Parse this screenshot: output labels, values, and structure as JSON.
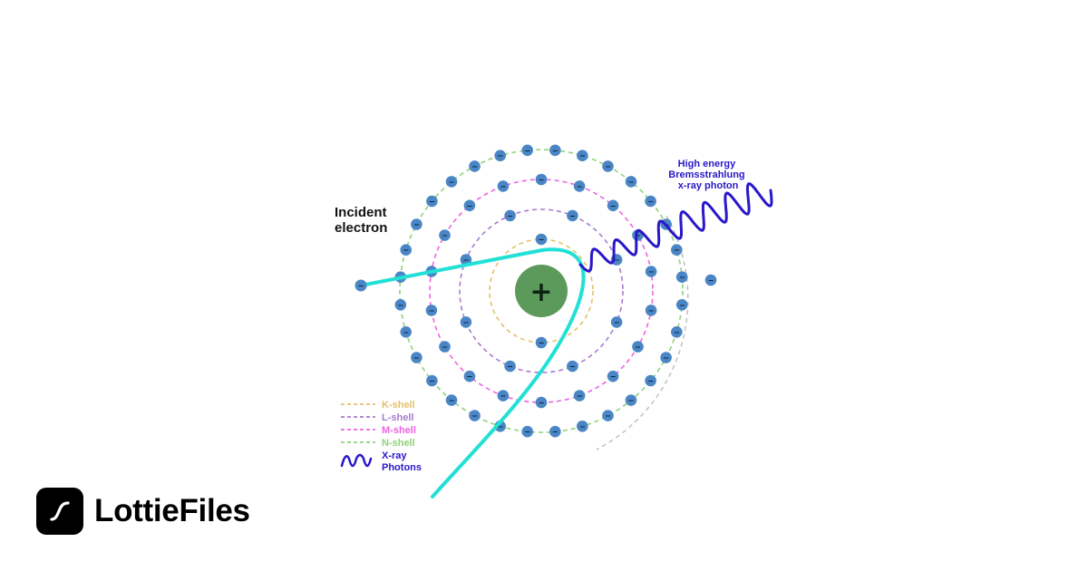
{
  "diagram": {
    "incident_label": [
      "Incident",
      "electron"
    ],
    "photon_label": [
      "High energy",
      "Bremsstrahlung",
      "x-ray photon"
    ],
    "nucleus_symbol": "+",
    "electron_symbol": "−",
    "shells": [
      {
        "name": "K-shell",
        "color": "#e3c16f",
        "electrons": 2
      },
      {
        "name": "L-shell",
        "color": "#a87bd0",
        "electrons": 8
      },
      {
        "name": "M-shell",
        "color": "#ee63e3",
        "electrons": 18
      },
      {
        "name": "N-shell",
        "color": "#8fd27b",
        "electrons": 32
      }
    ],
    "colors": {
      "nucleus": "#5c9a5c",
      "electron": "#4a86c5",
      "electron_path": "#22e0d6",
      "photon": "#2a17c9",
      "escaped_orbit": "#c4c4c4"
    },
    "legend": {
      "items": [
        {
          "label": "K-shell",
          "color": "#e3c16f"
        },
        {
          "label": "L-shell",
          "color": "#a87bd0"
        },
        {
          "label": "M-shell",
          "color": "#ee63e3"
        },
        {
          "label": "N-shell",
          "color": "#8fd27b"
        }
      ],
      "photon_label": [
        "X-ray",
        "Photons"
      ]
    }
  },
  "brand": {
    "name": "LottieFiles"
  }
}
